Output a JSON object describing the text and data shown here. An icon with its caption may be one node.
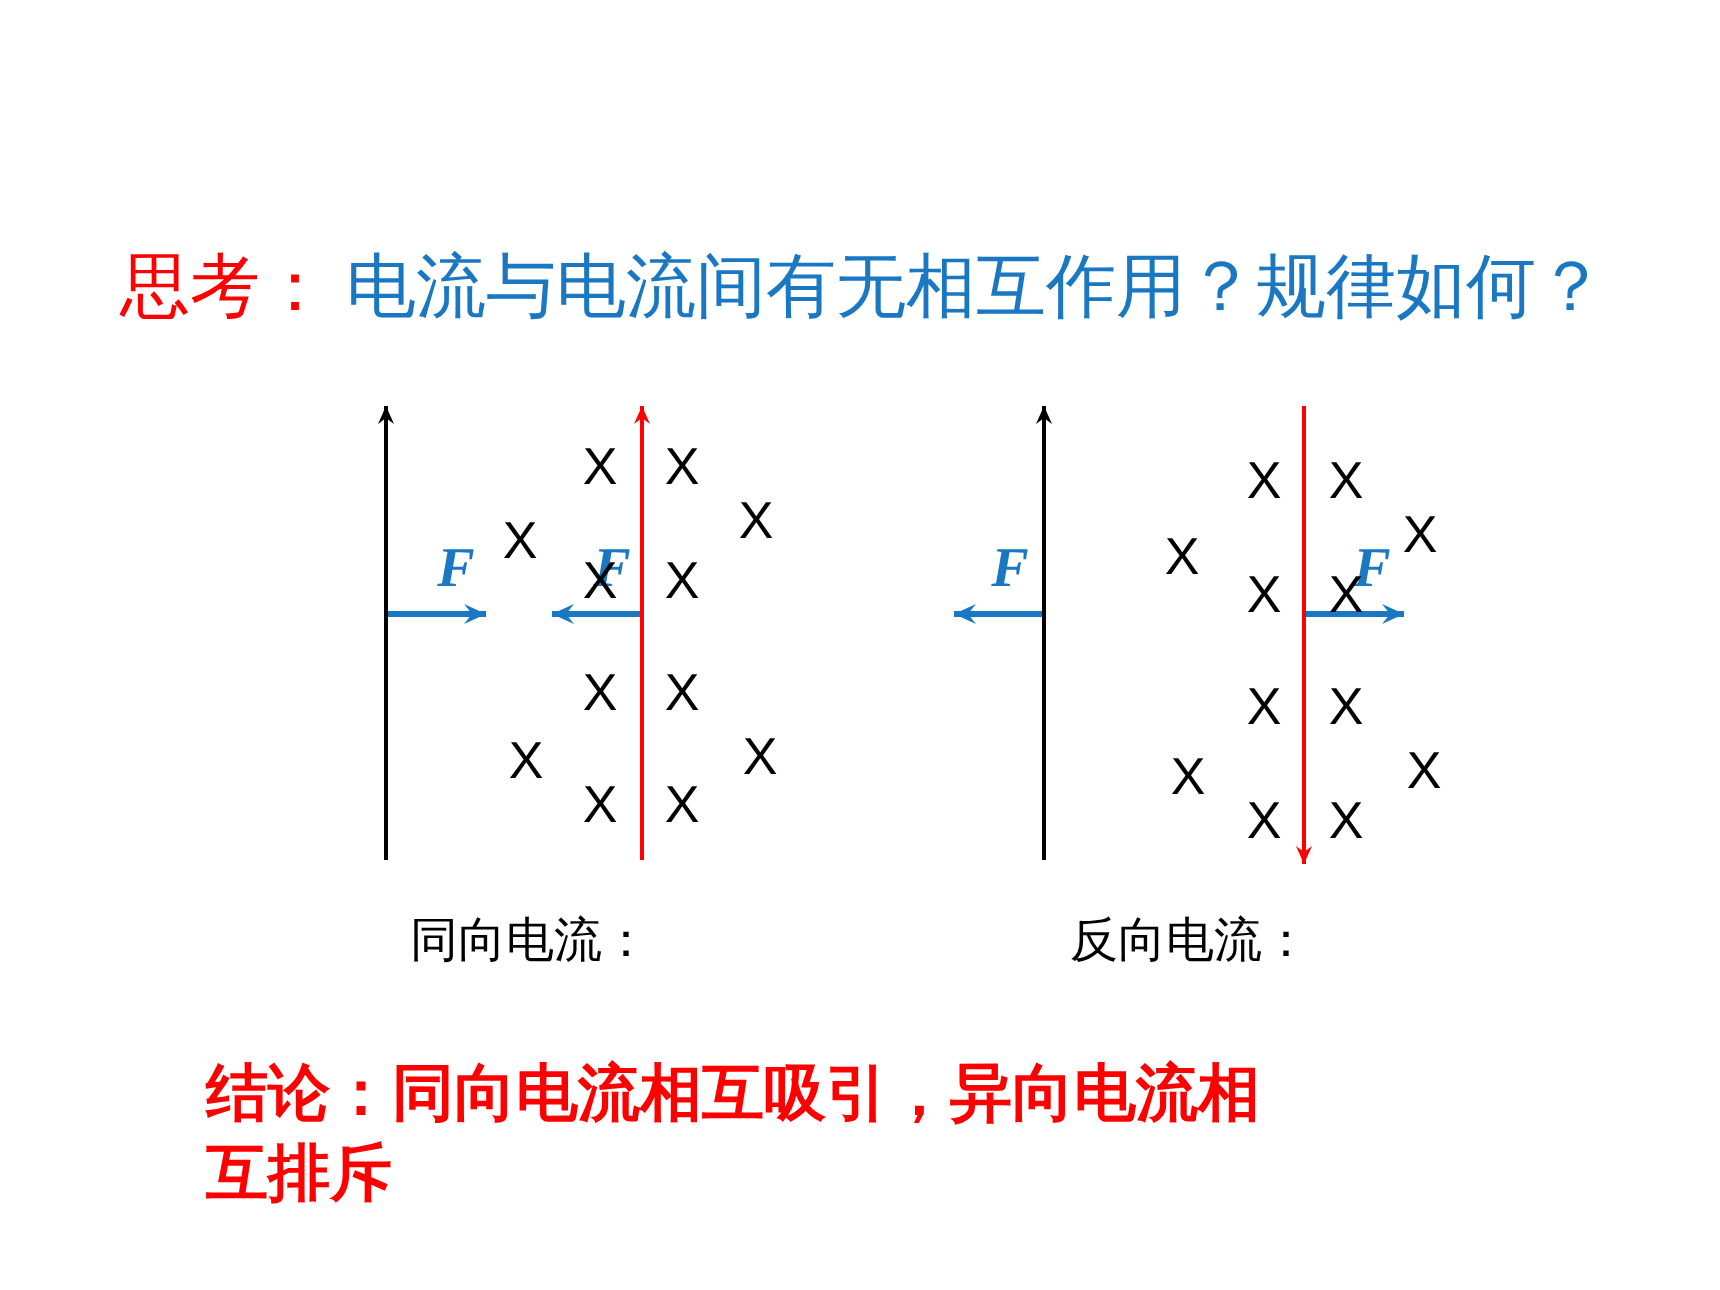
{
  "diagram": {
    "labels": [
      "思考：",
      "电流与电流间有无相互作用？规律如何？",
      "F",
      "F",
      "X",
      "X",
      "X",
      "X",
      "X",
      "X",
      "X",
      "X",
      "X",
      "X",
      "X",
      "X",
      "同向电流：",
      "F",
      "F",
      "X",
      "X",
      "X",
      "X",
      "X",
      "X",
      "X",
      "X",
      "X",
      "X",
      "X",
      "X",
      "反向电流：",
      "结论：同向电流相互吸引，异向电流相互排斥"
    ]
  }
}
